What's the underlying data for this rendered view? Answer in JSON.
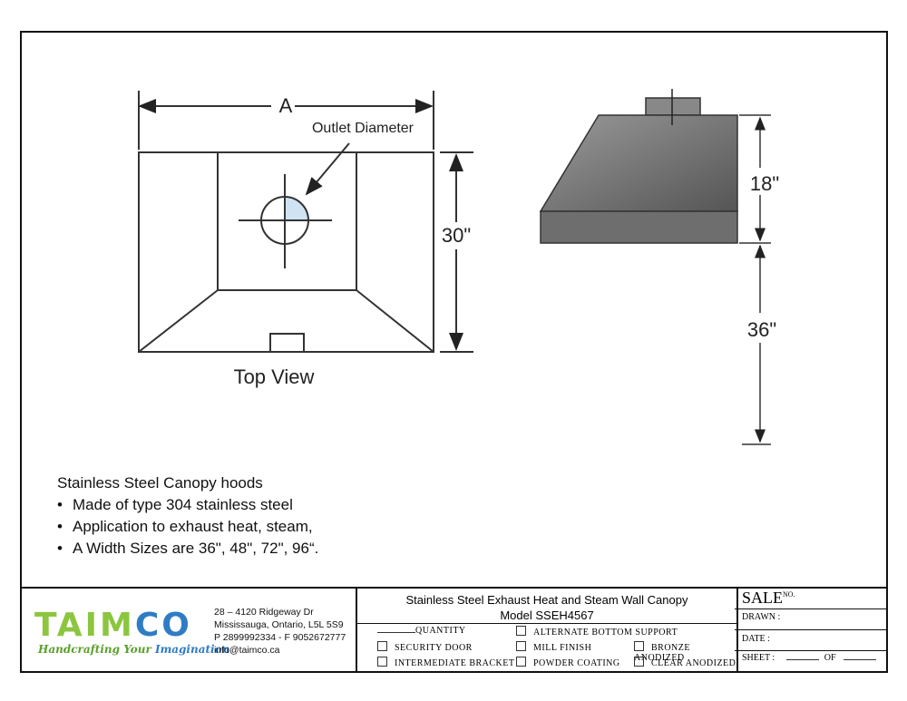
{
  "drawing": {
    "dim_a": "A",
    "outlet_label": "Outlet Diameter",
    "dim_depth": "30\"",
    "top_view_label": "Top View",
    "dim_height": "18\"",
    "dim_clearance": "36\""
  },
  "notes": {
    "heading": "Stainless Steel Canopy hoods",
    "bullets": [
      "Made of type 304 stainless steel",
      "Application to exhaust heat, steam,",
      "A Width Sizes are 36\", 48\", 72\", 96“."
    ]
  },
  "logo": {
    "brand_green": "TAIM",
    "brand_blue": "CO",
    "tagline_green": "Handcrafting Your",
    "tagline_blue": "Imagination",
    "green": "#8cc63f",
    "blue": "#2e7cc4"
  },
  "address": [
    "28 – 4120 Ridgeway Dr",
    "Mississauga, Ontario, L5L 5S9",
    "P 2899992334 - F 9052672777",
    "info@taimco.ca"
  ],
  "title": {
    "line1": "Stainless Steel Exhaust Heat and Steam Wall Canopy",
    "line2": "Model SSEH4567"
  },
  "options": {
    "quantity": "QUANTITY",
    "alternate": "ALTERNATE BOTTOM SUPPORT",
    "security": "SECURITY DOOR",
    "mill": "MILL FINISH",
    "bronze": "BRONZE ANODIZED",
    "bracket": "INTERMEDIATE BRACKET",
    "powder": "POWDER COATING",
    "clear": "CLEAR ANODIZED"
  },
  "info": {
    "sale": "SALE",
    "no": "NO.",
    "drawn": "DRAWN :",
    "date": "DATE :",
    "sheet": "SHEET :",
    "of": "OF"
  }
}
